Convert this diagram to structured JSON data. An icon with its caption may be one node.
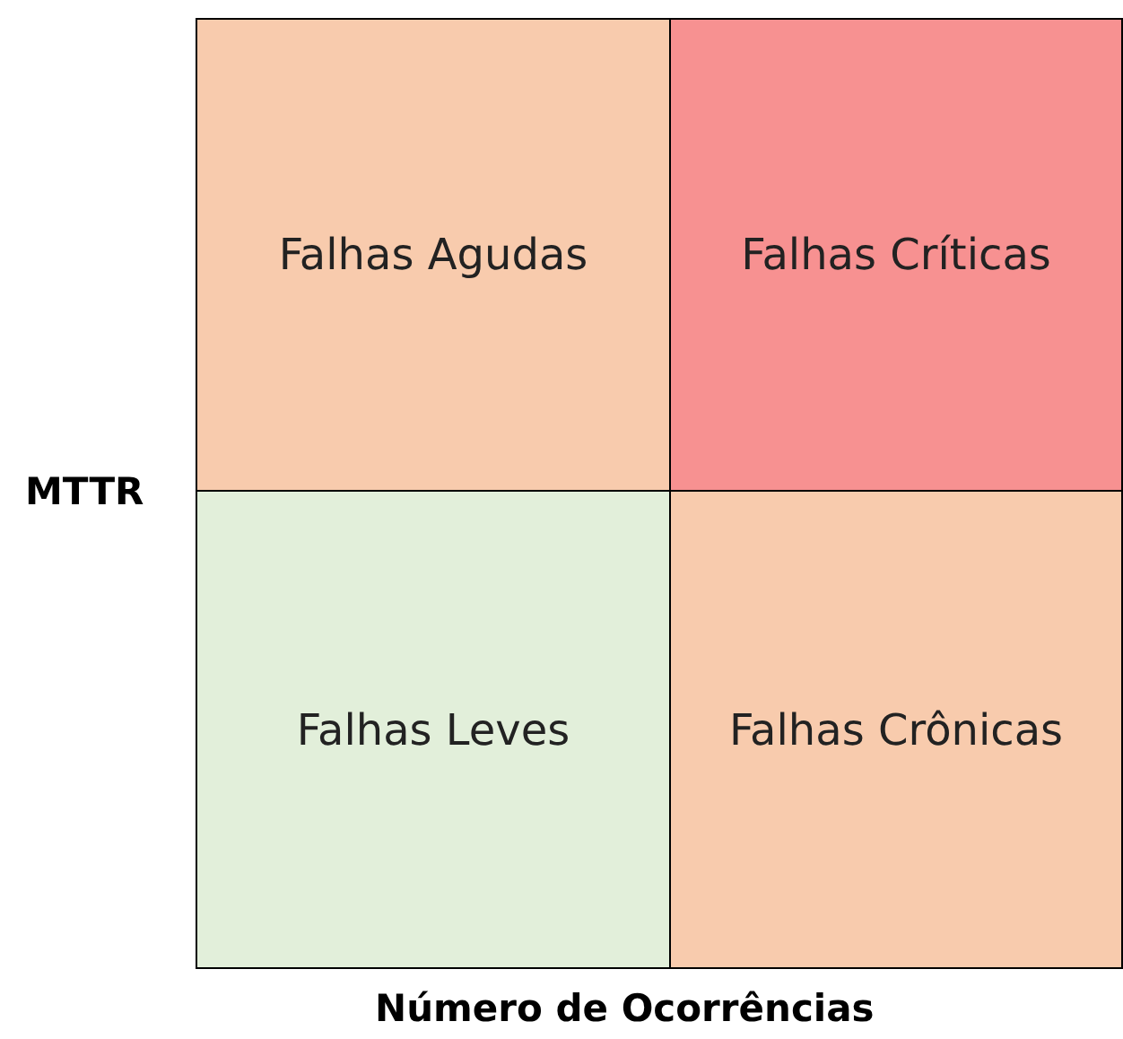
{
  "diagram": {
    "nodes": [
      {
        "text": [
          "Falhas Agudas"
        ]
      },
      {
        "text": [
          "Falhas Críticas"
        ]
      },
      {
        "text": [
          "Falhas Leves"
        ]
      },
      {
        "text": [
          "Falhas Crônicas"
        ]
      }
    ],
    "labels": [
      "MTTR",
      "Número de Ocorrências"
    ]
  }
}
